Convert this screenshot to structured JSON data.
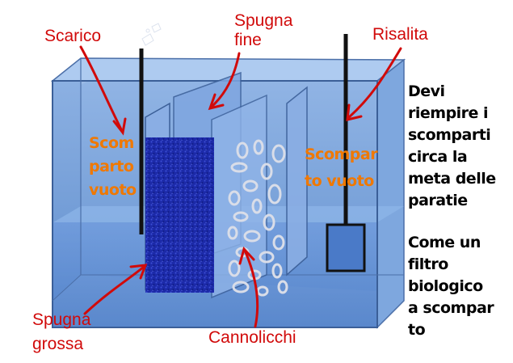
{
  "labels": {
    "scarico": "Scarico",
    "spugna_fine_1": "Spugna",
    "spugna_fine_2": "fine",
    "risalita": "Risalita",
    "spugna_grossa_1": "Spugna",
    "spugna_grossa_2": "grossa",
    "cannolicchi": "Cannolicchi"
  },
  "compartments": {
    "left_1": "Scom",
    "left_2": "parto",
    "left_3": "vuoto",
    "right_1": "Scompar",
    "right_2": "to vuoto"
  },
  "note_1": [
    "Devi",
    "riempire i",
    "scomparti",
    "circa la",
    "meta delle",
    "paratie"
  ],
  "note_2": [
    "Come un",
    "filtro",
    "biologico",
    "a scompar",
    "to"
  ],
  "colors": {
    "label_red": "#d10a0a",
    "compartment_orange": "#f07800",
    "coarse_sponge": "#1f2fb0",
    "tank_blue": "#7ea7de"
  }
}
